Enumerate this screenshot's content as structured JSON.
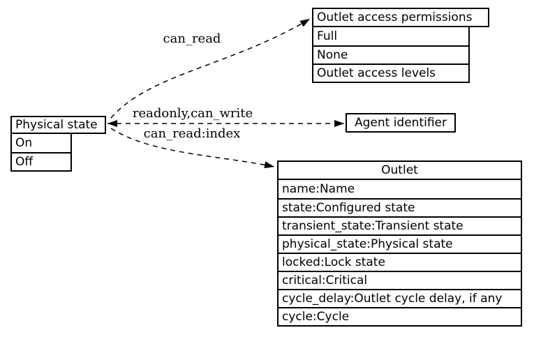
{
  "diagram": {
    "background_color": "#ffffff",
    "stroke_color": "#000000",
    "nodes": {
      "outlet_access_permissions": {
        "title": "Outlet access permissions",
        "values": [
          "Full",
          "None",
          "Outlet access levels"
        ]
      },
      "physical_state": {
        "title": "Physical state",
        "values": [
          "On",
          "Off"
        ]
      },
      "agent_identifier": {
        "title": "Agent identifier"
      },
      "outlet": {
        "title": "Outlet",
        "fields": [
          "name:Name",
          "state:Configured state",
          "transient_state:Transient state",
          "physical_state:Physical state",
          "locked:Lock state",
          "critical:Critical",
          "cycle_delay:Outlet cycle delay, if any",
          "cycle:Cycle"
        ]
      }
    },
    "edges": [
      {
        "from": "physical_state",
        "to": "outlet_access_permissions",
        "label": "can_read",
        "style": "dashed",
        "arrowheads": "end"
      },
      {
        "from": "physical_state",
        "to": "agent_identifier",
        "label": "readonly,can_write",
        "style": "dashed",
        "arrowheads": "both"
      },
      {
        "from": "physical_state",
        "to": "outlet",
        "label": "can_read:index",
        "style": "dashed",
        "arrowheads": "end"
      }
    ]
  }
}
